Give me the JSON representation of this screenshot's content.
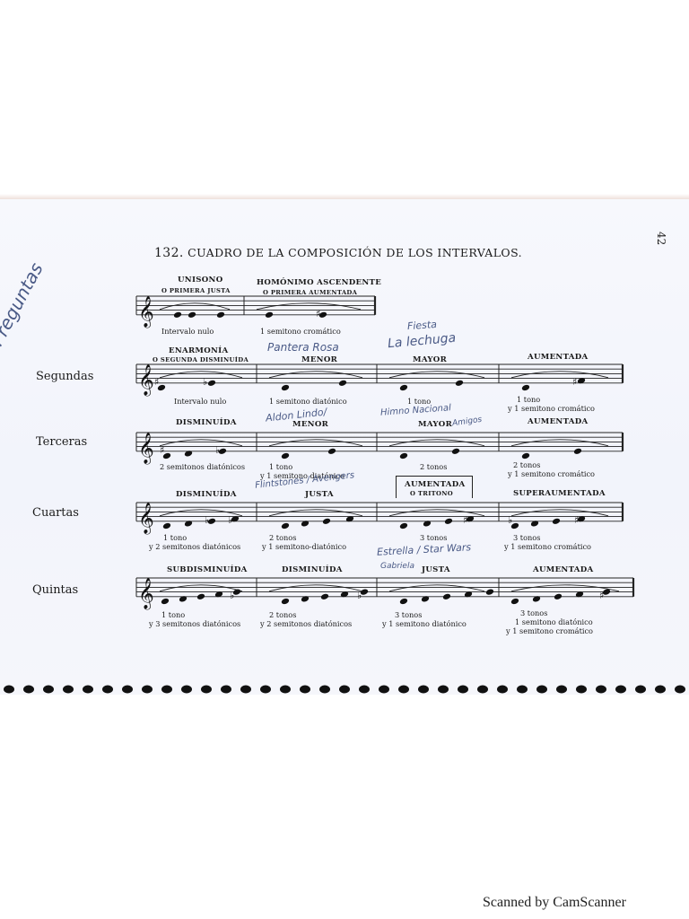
{
  "page_number": "42",
  "title_number": "132.",
  "title": "CUADRO DE LA COMPOSICIÓN DE LOS INTERVALOS.",
  "row_labels": [
    "Segundas",
    "Terceras",
    "Cuartas",
    "Quintas"
  ],
  "unisono": {
    "cap1": "UNISONO",
    "cap1_sub": "O PRIMERA JUSTA",
    "cap2": "HOMÓNIMO ASCENDENTE",
    "cap2_sub": "O PRIMERA AUMENTADA",
    "desc1": "Intervalo nulo",
    "desc2": "1 semitono cromático"
  },
  "segundas": {
    "cap1": "ENARMONÍA",
    "cap1_sub": "O SEGUNDA DISMINUÍDA",
    "cap2": "MENOR",
    "cap3": "MAYOR",
    "cap4": "AUMENTADA",
    "desc1": "Intervalo nulo",
    "desc2": "1 semitono diatónico",
    "desc3": "1 tono",
    "desc4a": "1 tono",
    "desc4b": "y 1 semitono cromático"
  },
  "terceras": {
    "cap1": "DISMINUÍDA",
    "cap2": "MENOR",
    "cap3": "MAYOR",
    "cap4": "AUMENTADA",
    "desc1": "2 semitonos diatónicos",
    "desc2a": "1 tono",
    "desc2b": "y 1 semitono diatónico",
    "desc3": "2 tonos",
    "desc4a": "2 tonos",
    "desc4b": "y 1 semitono cromático"
  },
  "cuartas": {
    "cap1": "DISMINUÍDA",
    "cap2": "JUSTA",
    "cap3": "AUMENTADA",
    "cap3_sub": "O TRITONO",
    "cap4": "SUPERAUMENTADA",
    "desc1a": "1 tono",
    "desc1b": "y 2 semitonos diatónicos",
    "desc2a": "2 tonos",
    "desc2b": "y 1 semitono-diatónico",
    "desc3": "3 tonos",
    "desc4a": "3 tonos",
    "desc4b": "y 1 semitono cromático"
  },
  "quintas": {
    "cap1": "SUBDISMINUÍDA",
    "cap2": "DISMINUÍDA",
    "cap3": "JUSTA",
    "cap4": "AUMENTADA",
    "desc1a": "1 tono",
    "desc1b": "y 3 semitonos diatónicos",
    "desc2a": "2 tonos",
    "desc2b": "y 2 semitonos diatónicos",
    "desc3a": "3 tonos",
    "desc3b": "y 1 semitono diatónico",
    "desc4a": "3 tonos",
    "desc4b": "1 semitono diatónico",
    "desc4c": "y 1 semitono cromático"
  },
  "handwriting": {
    "left_margin": "Preguntas",
    "h1": "Pantera Rosa",
    "h2": "Fiesta",
    "h3": "La lechuga",
    "h4": "Aldon Lindo/",
    "h5": "Himno Nacional",
    "h6": "Amigos",
    "h7": "Flintstones / Avengers",
    "h8": "Estrella / Star Wars",
    "h9": "Gabriela"
  },
  "footer": "Scanned by CamScanner"
}
